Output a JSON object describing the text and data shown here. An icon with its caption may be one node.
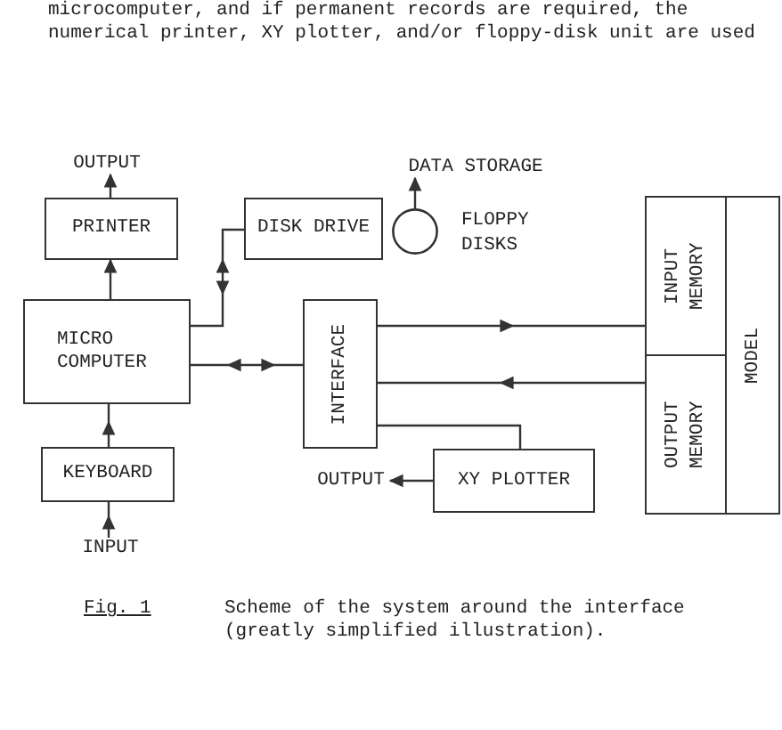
{
  "diagram": {
    "caption": "Scheme of the system around the interface (greatly simplified illustration).",
    "nodes": [
      {
        "text": [
          "OUTPUT"
        ]
      },
      {
        "text": [
          "DATA STORAGE"
        ]
      },
      {
        "text": [
          "PRINTER"
        ]
      },
      {
        "text": [
          "DISK DRIVE"
        ]
      },
      {
        "text": [],
        "shape": "circle",
        "beside": [
          "FLOPPY DISKS"
        ]
      },
      {
        "text": [
          "INPUT MEMORY"
        ]
      },
      {
        "text": [
          "MODEL"
        ]
      },
      {
        "text": [
          "MICRO COMPUTER"
        ]
      },
      {
        "text": [
          "INTERFACE"
        ]
      },
      {
        "text": [
          "OUTPUT MEMORY"
        ]
      },
      {
        "text": [
          "KEYBOARD"
        ]
      },
      {
        "text": [
          "XY PLOTTER"
        ]
      },
      {
        "text": [
          "OUTPUT"
        ]
      },
      {
        "text": [
          "INPUT"
        ]
      }
    ],
    "edges": [
      {
        "from": 2,
        "to": 0,
        "arrow": "to"
      },
      {
        "from": 4,
        "to": 1,
        "arrow": "to"
      },
      {
        "from": 7,
        "to": 2,
        "arrow": "to"
      },
      {
        "from": 7,
        "to": 3,
        "arrow": "both"
      },
      {
        "from": 7,
        "to": 8,
        "arrow": "both"
      },
      {
        "from": 8,
        "to": 5,
        "arrow": "to"
      },
      {
        "from": 9,
        "to": 8,
        "arrow": "to"
      },
      {
        "from": 8,
        "to": 11,
        "arrow": "none"
      },
      {
        "from": 11,
        "to": 12,
        "arrow": "to"
      },
      {
        "from": 10,
        "to": 7,
        "arrow": "to"
      },
      {
        "from": 13,
        "to": 10,
        "arrow": "to"
      }
    ],
    "labels": [
      "microcomputer, and if permanent records are required, the numerical printer, XY plotter, and/or floppy-disk unit are used",
      "Fig. 1"
    ]
  }
}
